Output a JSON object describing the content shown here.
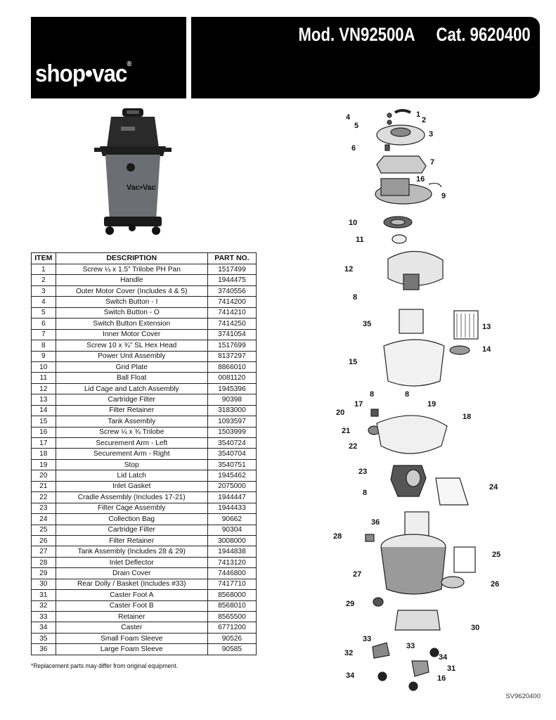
{
  "header": {
    "logo_text": "shop•vac",
    "logo_mark": "®",
    "model_line": "Mod. VN92500A     Cat. 9620400"
  },
  "product_image": {
    "brand_text": "Vac•Vac"
  },
  "table": {
    "headers": [
      "ITEM",
      "DESCRIPTION",
      "PART NO."
    ],
    "rows": [
      [
        "1",
        "Screw ¼ x 1.5” Trilobe PH Pan",
        "1517499"
      ],
      [
        "2",
        "Handle",
        "1944475"
      ],
      [
        "3",
        "Outer Motor Cover (Includes 4 & 5)",
        "3740556"
      ],
      [
        "4",
        "Switch Button - I",
        "7414200"
      ],
      [
        "5",
        "Switch Button - O",
        "7414210"
      ],
      [
        "6",
        "Switch Button Extension",
        "7414250"
      ],
      [
        "7",
        "Inner Motor Cover",
        "3741054"
      ],
      [
        "8",
        "Screw 10 x ¾” SL Hex Head",
        "1517699"
      ],
      [
        "9",
        "Power Unit Assembly",
        "8137297"
      ],
      [
        "10",
        "Grid Plate",
        "8866010"
      ],
      [
        "11",
        "Ball Float",
        "0081120"
      ],
      [
        "12",
        "Lid Cage and Latch Assembly",
        "1945396"
      ],
      [
        "13",
        "Cartridge Filter",
        "90398"
      ],
      [
        "14",
        "Filter Retainer",
        "3183000"
      ],
      [
        "15",
        "Tank Assembly",
        "1093597"
      ],
      [
        "16",
        "Screw ¼ x ¾ Trilobe",
        "1503999"
      ],
      [
        "17",
        "Securement Arm - Left",
        "3540724"
      ],
      [
        "18",
        "Securement Arm - Right",
        "3540704"
      ],
      [
        "19",
        "Stop",
        "3540751"
      ],
      [
        "20",
        "Lid Latch",
        "1945462"
      ],
      [
        "21",
        "Inlet Gasket",
        "2075000"
      ],
      [
        "22",
        "Cradle Assembly (Includes 17-21)",
        "1944447"
      ],
      [
        "23",
        "Filter Cage Assembly",
        "1944433"
      ],
      [
        "24",
        "Collection Bag",
        "90662"
      ],
      [
        "25",
        "Cartridge Filter",
        "90304"
      ],
      [
        "26",
        "Filter Retainer",
        "3008000"
      ],
      [
        "27",
        "Tank Assembly (Includes 28 & 29)",
        "1944838"
      ],
      [
        "28",
        "Inlet Deflector",
        "7413120"
      ],
      [
        "29",
        "Drain Cover",
        "7446800"
      ],
      [
        "30",
        "Rear Dolly / Basket (Includes #33)",
        "7417710"
      ],
      [
        "31",
        "Caster Foot A",
        "8568000"
      ],
      [
        "32",
        "Caster Foot B",
        "8568010"
      ],
      [
        "33",
        "Retainer",
        "8565500"
      ],
      [
        "34",
        "Caster",
        "6771200"
      ],
      [
        "35",
        "Small Foam Sleeve",
        "90526"
      ],
      [
        "36",
        "Large Foam Sleeve",
        "90585"
      ]
    ]
  },
  "footnote": "*Replacement parts may differ from original equipment.",
  "doc_code": "SV9620400",
  "diagram_labels": [
    "4",
    "1",
    "2",
    "5",
    "3",
    "6",
    "7",
    "16",
    "9",
    "10",
    "11",
    "12",
    "8",
    "35",
    "13",
    "14",
    "15",
    "8",
    "8",
    "17",
    "19",
    "20",
    "18",
    "21",
    "22",
    "23",
    "24",
    "8",
    "36",
    "28",
    "25",
    "27",
    "26",
    "29",
    "30",
    "33",
    "33",
    "32",
    "34",
    "31",
    "34",
    "16"
  ]
}
